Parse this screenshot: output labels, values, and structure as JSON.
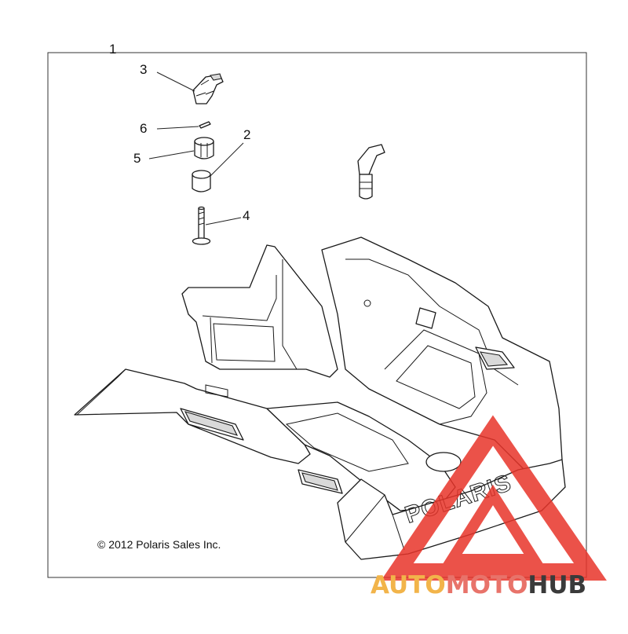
{
  "callouts": {
    "c1": "1",
    "c2": "2",
    "c3": "3",
    "c4": "4",
    "c5": "5",
    "c6": "6"
  },
  "copyright": "© 2012 Polaris Sales Inc.",
  "brand_embossed": "POLARIS",
  "watermark": {
    "part1": "AUTO",
    "part2": "MOTO",
    "part3": "HUB",
    "color_auto": "#f2b44a",
    "color_moto": "#e8736a",
    "color_hub": "#3a3a3a",
    "triangle_color": "#e8342a"
  }
}
